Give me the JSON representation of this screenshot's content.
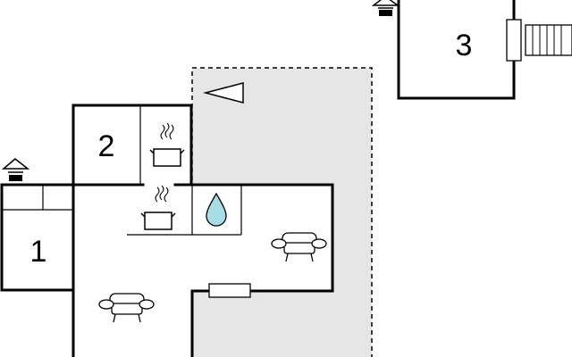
{
  "floorplan": {
    "rooms": [
      {
        "number": "1",
        "type": "bedroom"
      },
      {
        "number": "2",
        "type": "bedroom"
      },
      {
        "number": "3",
        "type": "bedroom"
      }
    ],
    "icons": {
      "entrance": "house-entrance-icon",
      "kitchen": "cooking-pot-icon",
      "bathroom": "water-drop-icon",
      "living": "sofa-icon",
      "heating": "radiator-icon",
      "stairs": "stairs-icon",
      "direction": "direction-arrow-icon"
    },
    "colors": {
      "terrace": "#e6e6e6",
      "water": "#a8dce6",
      "walls": "#000000"
    }
  }
}
